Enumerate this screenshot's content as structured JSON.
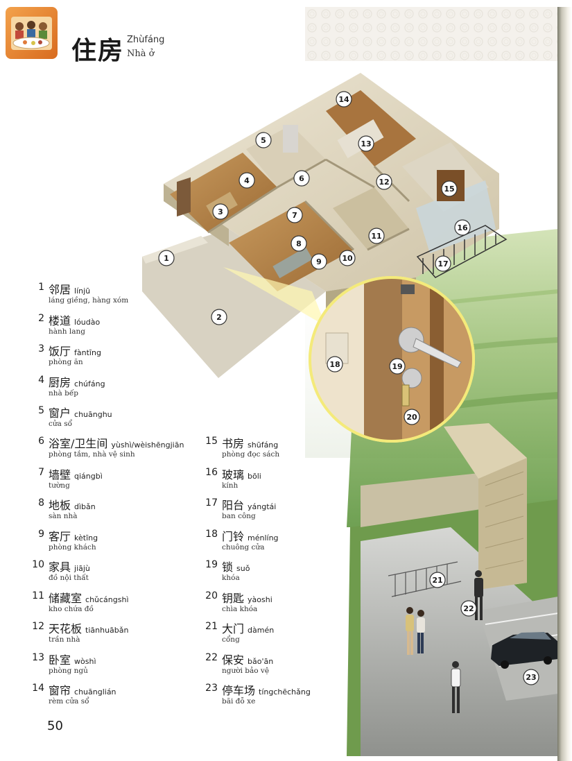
{
  "header": {
    "title_zh": "住房",
    "title_pinyin": "Zhùfáng",
    "title_vi": "Nhà ở"
  },
  "page_number": "50",
  "vocabulary": [
    {
      "num": "1",
      "zh": "邻居",
      "pinyin": "línjū",
      "vi": "láng giềng, hàng xóm"
    },
    {
      "num": "2",
      "zh": "楼道",
      "pinyin": "lóudào",
      "vi": "hành lang"
    },
    {
      "num": "3",
      "zh": "饭厅",
      "pinyin": "fàntīng",
      "vi": "phòng ăn"
    },
    {
      "num": "4",
      "zh": "厨房",
      "pinyin": "chúfáng",
      "vi": "nhà bếp"
    },
    {
      "num": "5",
      "zh": "窗户",
      "pinyin": "chuānghu",
      "vi": "cửa sổ"
    },
    {
      "num": "6",
      "zh": "浴室/卫生间",
      "pinyin": "yùshì/wèishēngjiān",
      "vi": "phòng tắm, nhà vệ sinh"
    },
    {
      "num": "7",
      "zh": "墙壁",
      "pinyin": "qiángbì",
      "vi": "tường"
    },
    {
      "num": "8",
      "zh": "地板",
      "pinyin": "dìbǎn",
      "vi": "sàn nhà"
    },
    {
      "num": "9",
      "zh": "客厅",
      "pinyin": "kètīng",
      "vi": "phòng khách"
    },
    {
      "num": "10",
      "zh": "家具",
      "pinyin": "jiājù",
      "vi": "đồ nội thất"
    },
    {
      "num": "11",
      "zh": "储藏室",
      "pinyin": "chǔcángshì",
      "vi": "kho chứa đồ"
    },
    {
      "num": "12",
      "zh": "天花板",
      "pinyin": "tiānhuābǎn",
      "vi": "trần nhà"
    },
    {
      "num": "13",
      "zh": "卧室",
      "pinyin": "wòshì",
      "vi": "phòng ngủ"
    },
    {
      "num": "14",
      "zh": "窗帘",
      "pinyin": "chuānglián",
      "vi": "rèm cửa sổ"
    },
    {
      "num": "15",
      "zh": "书房",
      "pinyin": "shūfáng",
      "vi": "phòng đọc sách"
    },
    {
      "num": "16",
      "zh": "玻璃",
      "pinyin": "bōli",
      "vi": "kính"
    },
    {
      "num": "17",
      "zh": "阳台",
      "pinyin": "yángtái",
      "vi": "ban công"
    },
    {
      "num": "18",
      "zh": "门铃",
      "pinyin": "ménlíng",
      "vi": "chuông cửa"
    },
    {
      "num": "19",
      "zh": "锁",
      "pinyin": "suǒ",
      "vi": "khóa"
    },
    {
      "num": "20",
      "zh": "钥匙",
      "pinyin": "yàoshi",
      "vi": "chìa khóa"
    },
    {
      "num": "21",
      "zh": "大门",
      "pinyin": "dàmén",
      "vi": "cổng"
    },
    {
      "num": "22",
      "zh": "保安",
      "pinyin": "bǎo'ān",
      "vi": "người bảo vệ"
    },
    {
      "num": "23",
      "zh": "停车场",
      "pinyin": "tíngchēchǎng",
      "vi": "bãi đỗ xe"
    }
  ],
  "callouts": [
    "1",
    "2",
    "3",
    "4",
    "5",
    "6",
    "7",
    "8",
    "9",
    "10",
    "11",
    "12",
    "13",
    "14",
    "15",
    "16",
    "17",
    "18",
    "19",
    "20",
    "21",
    "22",
    "23"
  ]
}
